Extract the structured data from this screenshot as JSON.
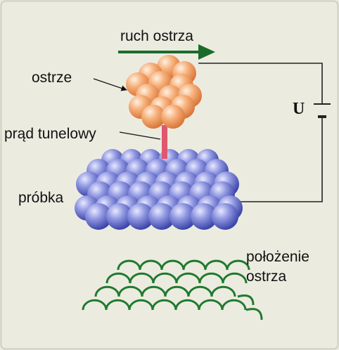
{
  "labels": {
    "motion": "ruch ostrza",
    "tip": "ostrze",
    "current": "prąd tunelowy",
    "voltage": "U",
    "sample": "próbka",
    "position_line1": "położenie",
    "position_line2": "ostrza"
  },
  "colors": {
    "background": "#ecebe0",
    "frame": "#cfcfc4",
    "motion_arrow": "#1a6b2a",
    "tip_atoms": "#f3a56a",
    "tip_atom_highlight": "#fff0e2",
    "current_channel": "#e0566e",
    "sample_atoms": "#5a64c4",
    "sample_atom_highlight": "#e6e8ff",
    "trace": "#1f7a2e",
    "wire": "#222222"
  },
  "atoms": {
    "tip_count": 14,
    "sample_rows": 3,
    "trace_rows": 4
  }
}
